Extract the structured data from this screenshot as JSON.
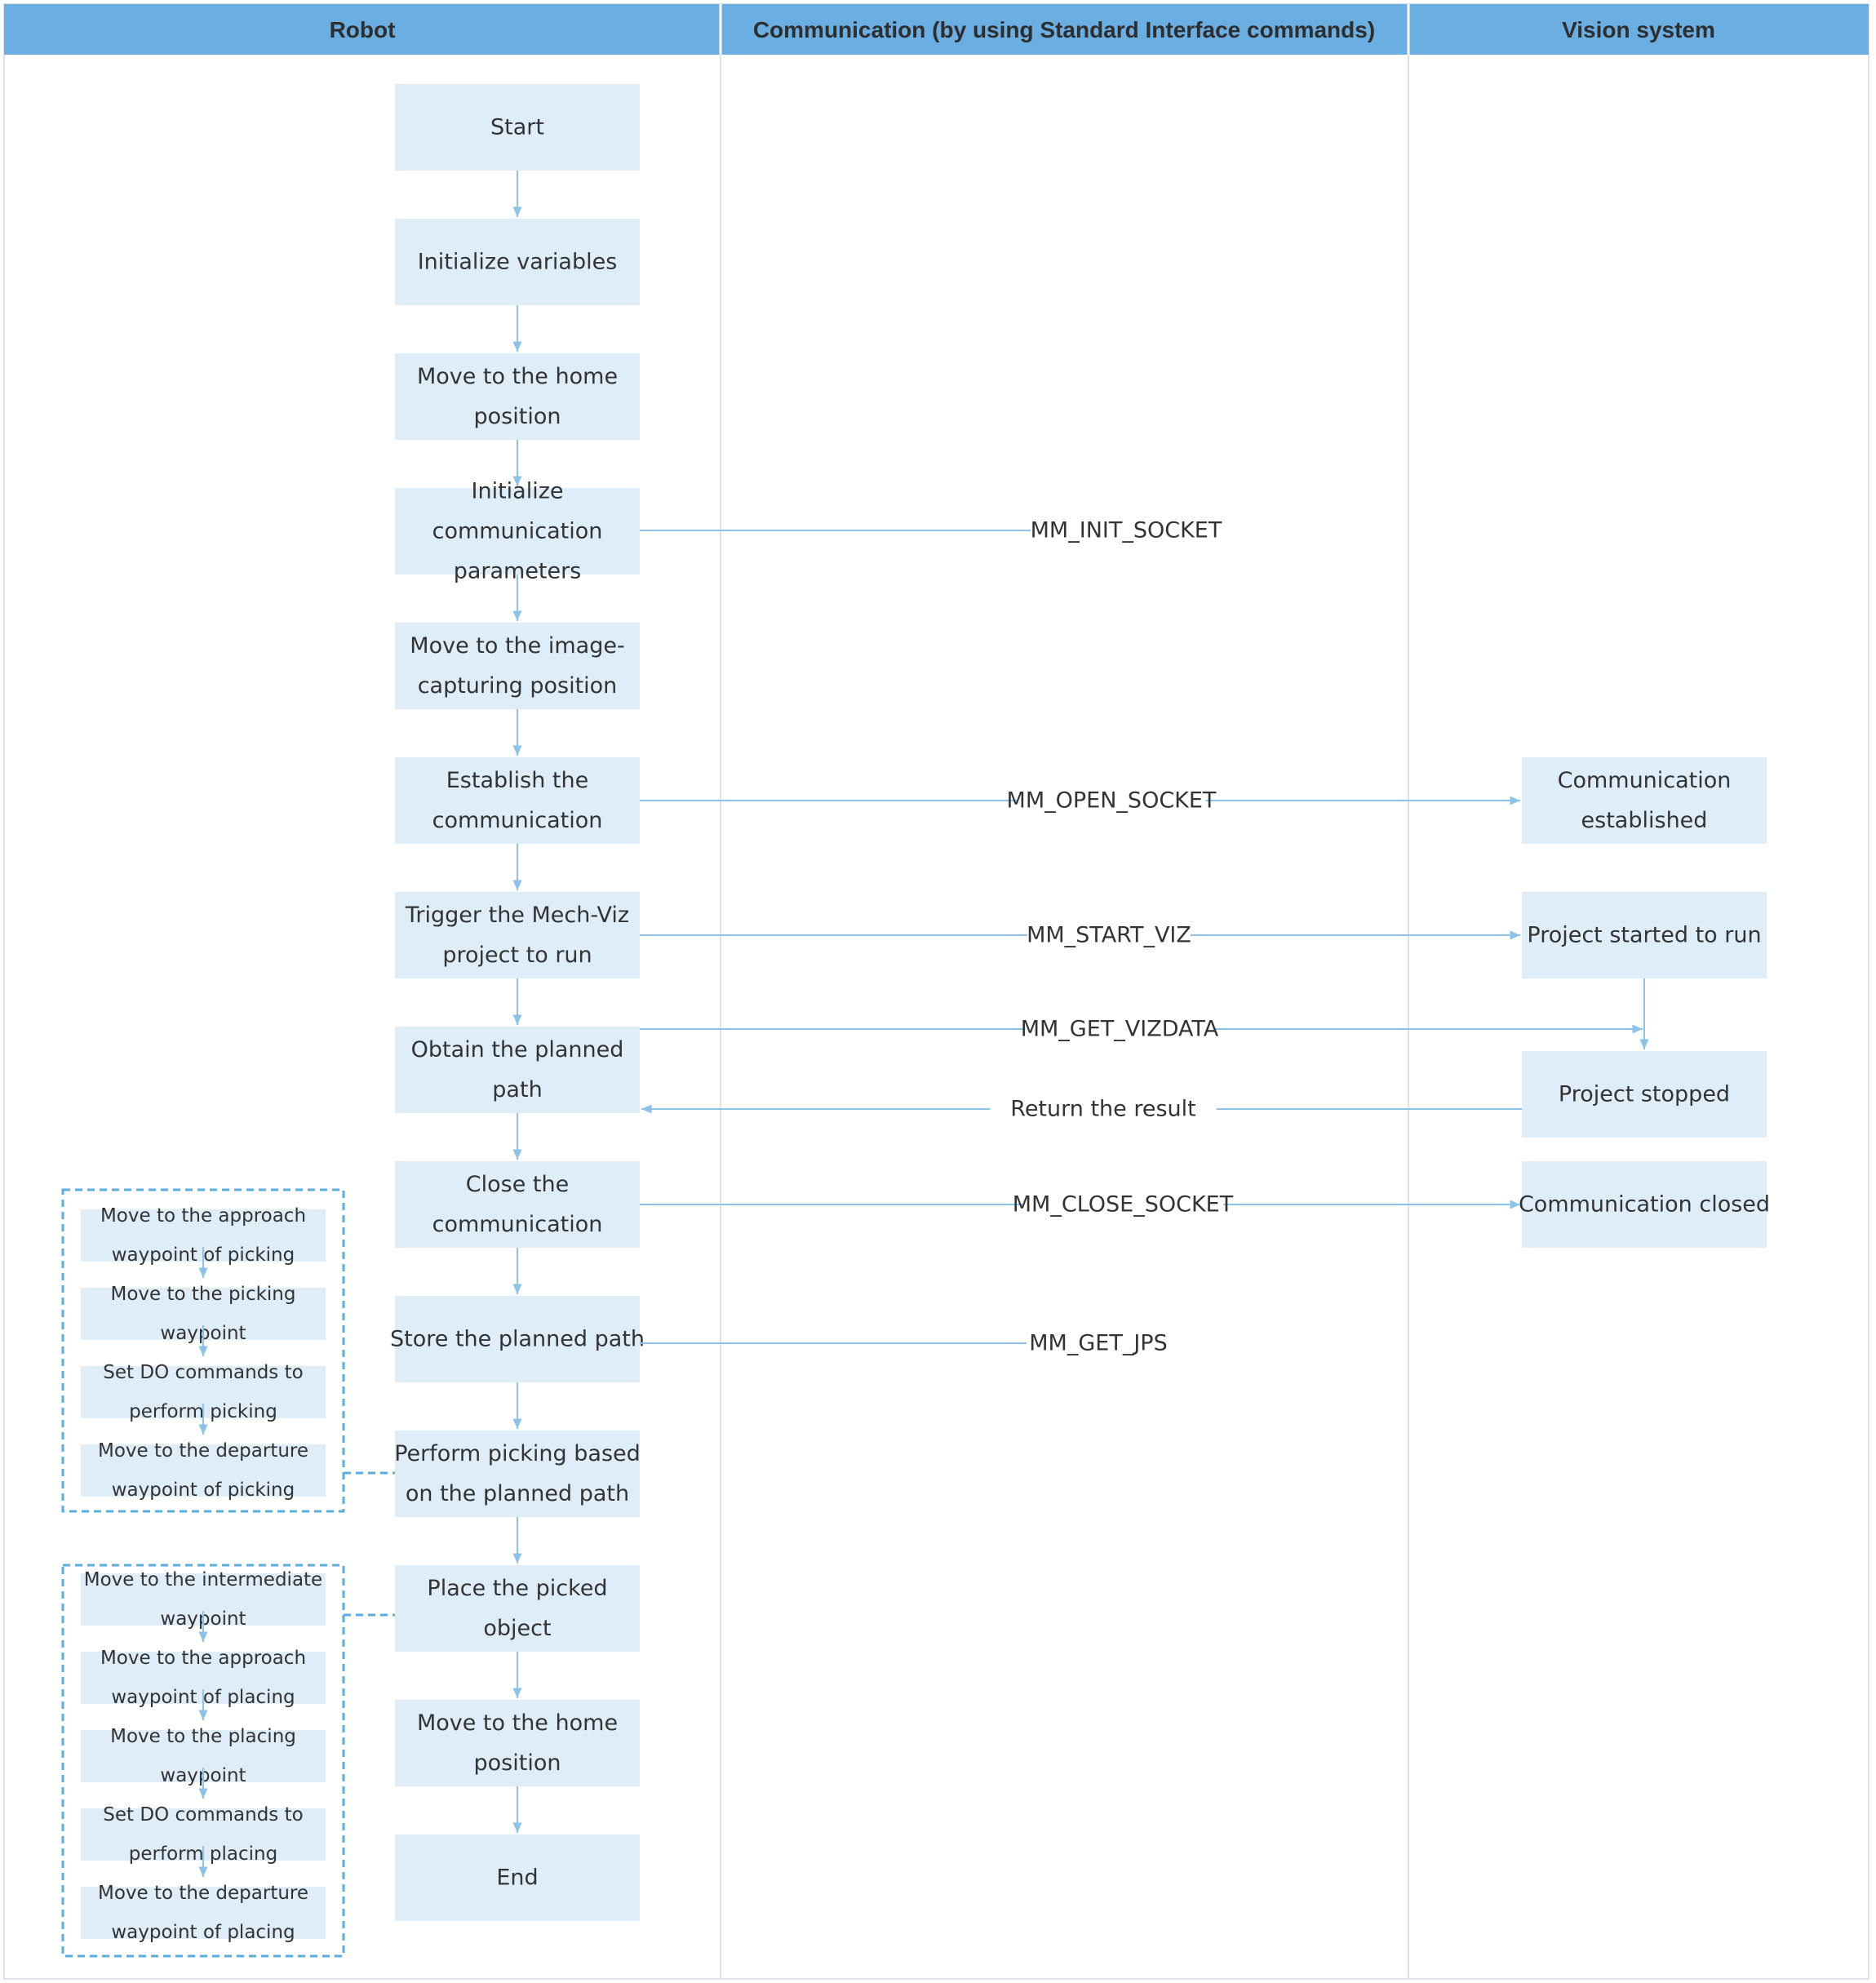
{
  "lanes": {
    "robot": "Robot",
    "communication": "Communication (by using Standard Interface commands)",
    "vision": "Vision system"
  },
  "robot_steps": [
    [
      "Start"
    ],
    [
      "Initialize variables"
    ],
    [
      "Move to the home",
      "position"
    ],
    [
      "Initialize",
      "communication",
      "parameters"
    ],
    [
      "Move to the image-",
      "capturing position"
    ],
    [
      "Establish the",
      "communication"
    ],
    [
      "Trigger the Mech-Viz",
      "project to run"
    ],
    [
      "Obtain the planned",
      "path"
    ],
    [
      "Close the",
      "communication"
    ],
    [
      "Store the planned path"
    ],
    [
      "Perform picking based",
      "on the planned path"
    ],
    [
      "Place the picked",
      "object"
    ],
    [
      "Move to the home",
      "position"
    ],
    [
      "End"
    ]
  ],
  "vision_steps": [
    [
      "Communication",
      "established"
    ],
    [
      "Project started to run"
    ],
    [
      "Project stopped"
    ],
    [
      "Communication closed"
    ]
  ],
  "messages": [
    "MM_INIT_SOCKET",
    "MM_OPEN_SOCKET",
    "MM_START_VIZ",
    "MM_GET_VIZDATA",
    "Return the result",
    "MM_CLOSE_SOCKET",
    "MM_GET_JPS"
  ],
  "picking_substeps": [
    [
      "Move to the approach",
      "waypoint of picking"
    ],
    [
      "Move to the picking",
      "waypoint"
    ],
    [
      "Set DO commands to",
      "perform picking"
    ],
    [
      "Move to the departure",
      "waypoint of picking"
    ]
  ],
  "placing_substeps": [
    [
      "Move to the intermediate",
      "waypoint"
    ],
    [
      "Move to the approach",
      "waypoint of placing"
    ],
    [
      "Move to the placing",
      "waypoint"
    ],
    [
      "Set DO commands to",
      "perform placing"
    ],
    [
      "Move to the departure",
      "waypoint of placing"
    ]
  ],
  "colors": {
    "header": "#6aaee2",
    "box": "#dfedf9",
    "line": "#8cc3e8",
    "dashed": "#5aaede",
    "divider": "#dde3e8",
    "text": "#333333"
  }
}
